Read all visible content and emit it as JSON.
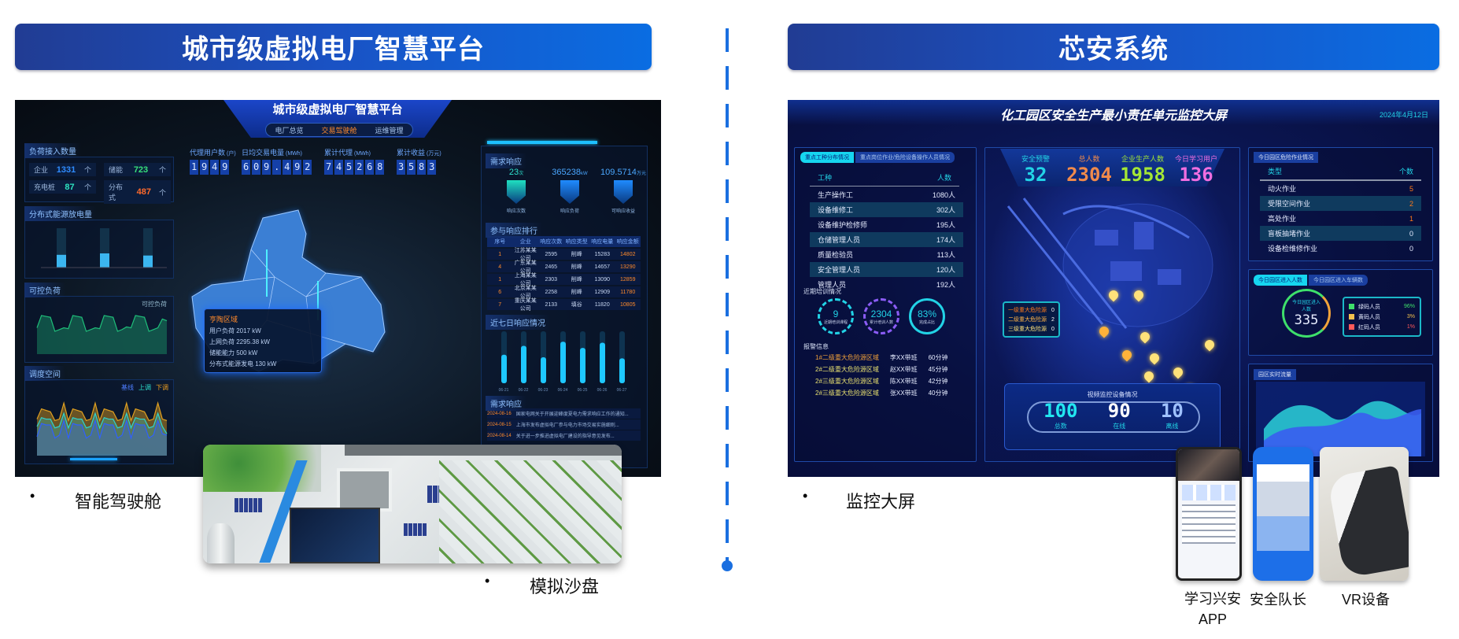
{
  "left": {
    "title": "城市级虚拟电厂智慧平台",
    "dashboard": {
      "header": "城市级虚拟电厂智慧平台",
      "tabs": [
        "电厂总览",
        "交易驾驶舱",
        "运维管理"
      ],
      "load_access": {
        "title": "负荷接入数量",
        "items": [
          {
            "label": "企业",
            "value": "1331",
            "unit": "个",
            "color": "#2f8cff"
          },
          {
            "label": "储能",
            "value": "723",
            "unit": "个",
            "color": "#37e07a"
          },
          {
            "label": "充电桩",
            "value": "87",
            "unit": "个",
            "color": "#2ee3c0"
          },
          {
            "label": "分布式",
            "value": "487",
            "unit": "个",
            "color": "#ff6a2b"
          }
        ]
      },
      "distributed": {
        "title": "分布式能源放电量",
        "values": [
          0.9,
          1.0,
          0.85
        ]
      },
      "controllable": {
        "title": "可控负荷",
        "legend": "可控负荷",
        "values": [
          150,
          220,
          215,
          210,
          130,
          140,
          150,
          145,
          220,
          215,
          210,
          130,
          140,
          150,
          145,
          220,
          215,
          210,
          130,
          140,
          155,
          150,
          220,
          215,
          210,
          130,
          140,
          150,
          200,
          190
        ]
      },
      "dispatch": {
        "title": "调度空间",
        "legend": [
          "基线",
          "上调",
          "下调"
        ],
        "orange": [
          250,
          320,
          310,
          300,
          240,
          250,
          360,
          240,
          320,
          310,
          300,
          240,
          250,
          360,
          240,
          320,
          310,
          300,
          240,
          250,
          360,
          240,
          320,
          310,
          300,
          240,
          250,
          360,
          250,
          240
        ],
        "cyan": [
          200,
          260,
          250,
          250,
          190,
          200,
          290,
          190,
          260,
          250,
          250,
          190,
          200,
          290,
          190,
          260,
          250,
          250,
          190,
          200,
          290,
          190,
          260,
          250,
          250,
          190,
          200,
          290,
          200,
          150
        ],
        "blue": [
          130,
          220,
          210,
          210,
          120,
          140,
          240,
          120,
          220,
          210,
          210,
          120,
          140,
          240,
          120,
          220,
          210,
          210,
          120,
          140,
          240,
          120,
          220,
          210,
          210,
          120,
          140,
          240,
          150,
          140
        ]
      },
      "counters": [
        {
          "label": "代理用户数",
          "unit": "(户)",
          "value": "1949"
        },
        {
          "label": "日均交易电量",
          "unit": "(MWh)",
          "value": "609.492"
        },
        {
          "label": "累计代理",
          "unit": "(MWh)",
          "value": "745268"
        },
        {
          "label": "累计收益",
          "unit": "(万元)",
          "value": "3583"
        }
      ],
      "tooltip": {
        "title": "亨陶区域",
        "rows": [
          "用户负荷    2017 kW",
          "上网负荷    2295.38 kW",
          "储能能力    500 kW",
          "分布式能源发电    130 kW"
        ]
      },
      "response": {
        "title": "需求响应",
        "items": [
          {
            "value": "23",
            "unit": "次",
            "label": "响应次数"
          },
          {
            "value": "365238",
            "unit": "kW",
            "label": "响应负荷"
          },
          {
            "value": "109.5714",
            "unit": "万元",
            "label": "可响应收益"
          }
        ]
      },
      "ranking": {
        "title": "参与响应排行",
        "headers": [
          "序号",
          "企业",
          "响应次数",
          "响应类型",
          "响应电量",
          "响应金额"
        ],
        "rows": [
          [
            "1",
            "江苏某某公司",
            "2595",
            "削峰",
            "15283",
            "14802"
          ],
          [
            "4",
            "广东某某公司",
            "2465",
            "削峰",
            "14657",
            "13290"
          ],
          [
            "1",
            "上海某某公司",
            "2303",
            "削峰",
            "13090",
            "12859"
          ],
          [
            "6",
            "北京某某公司",
            "2258",
            "削峰",
            "12909",
            "11780"
          ],
          [
            "7",
            "重庆某某公司",
            "2133",
            "填谷",
            "11820",
            "10805"
          ]
        ]
      },
      "week": {
        "title": "近七日响应情况",
        "values": [
          0.55,
          0.72,
          0.5,
          0.8,
          0.68,
          0.78,
          0.48
        ],
        "labels": [
          "06-21",
          "06-22",
          "06-23",
          "06-24",
          "06-25",
          "06-26",
          "06-27"
        ]
      },
      "news": {
        "title": "需求响应",
        "rows": [
          {
            "date": "2024-08-16",
            "text": "国家电网关于开展迎峰度夏电力需求响应工作的通知..."
          },
          {
            "date": "2024-08-15",
            "text": "上海市发布虚拟电厂参与电力市场交易实施细则..."
          },
          {
            "date": "2024-08-14",
            "text": "关于进一步推进虚拟电厂建设的指导意见发布..."
          }
        ]
      }
    },
    "bullets": {
      "cockpit": "智能驾驶舱",
      "sandbox": "模拟沙盘"
    }
  },
  "right": {
    "title": "芯安系统",
    "dashboard": {
      "header": "化工园区安全生产最小责任单元监控大屏",
      "date": "2024年4月12日",
      "workers": {
        "tab_active": "重点工种分布情况",
        "tab_other": "重点岗位作业/危险设备操作人员情况",
        "headers": [
          "工种",
          "人数"
        ],
        "rows": [
          [
            "生产操作工",
            "1080人"
          ],
          [
            "设备维修工",
            "302人"
          ],
          [
            "设备维护检修师",
            "195人"
          ],
          [
            "仓储管理人员",
            "174人"
          ],
          [
            "质量检验员",
            "113人"
          ],
          [
            "安全管理人员",
            "120人"
          ],
          [
            "管理人员",
            "192人"
          ]
        ]
      },
      "rings": {
        "title": "近期培训情况",
        "items": [
          {
            "value": "9",
            "label": "近期培训课程",
            "color": "#22d3e6"
          },
          {
            "value": "2304",
            "label": "累计培训人数",
            "color": "#8b5cf6"
          },
          {
            "value": "83%",
            "label": "完成占比",
            "color": "#22d3e6"
          }
        ]
      },
      "alerts": {
        "title": "报警信息",
        "rows": [
          [
            "1#二级重大危险源区域",
            "李XX带班",
            "60分钟"
          ],
          [
            "2#二级重大危险源区域",
            "赵XX带班",
            "45分钟"
          ],
          [
            "2#三级重大危险源区域",
            "陈XX带班",
            "42分钟"
          ],
          [
            "2#三级重大危险源区域",
            "张XX带班",
            "40分钟"
          ]
        ]
      },
      "stats": [
        {
          "label": "安全预警",
          "value": "32",
          "color": "#22d3e6"
        },
        {
          "label": "总人数",
          "value": "2304",
          "color": "#f08a4b"
        },
        {
          "label": "企业生产人数",
          "value": "1958",
          "color": "#a3e635"
        },
        {
          "label": "今日学习用户",
          "value": "136",
          "color": "#f06ee0"
        }
      ],
      "hazards": [
        {
          "label": "一级重大危险源",
          "value": "0",
          "color": "#ff7a1a"
        },
        {
          "label": "二级重大危险源",
          "value": "2",
          "color": "#ffb347"
        },
        {
          "label": "三级重大危险源",
          "value": "0",
          "color": "#ffe27a"
        }
      ],
      "video": {
        "title": "视频监控设备情况",
        "items": [
          {
            "value": "100",
            "label": "总数",
            "color": "#22e6f0"
          },
          {
            "value": "90",
            "label": "在线",
            "color": "#ffffff"
          },
          {
            "value": "10",
            "label": "离线",
            "color": "#9fc1ff"
          }
        ]
      },
      "jobs": {
        "title": "今日园区危险作业情况",
        "headers": [
          "类型",
          "个数"
        ],
        "rows": [
          [
            "动火作业",
            "5"
          ],
          [
            "受限空间作业",
            "2"
          ],
          [
            "高处作业",
            "1"
          ],
          [
            "盲板抽堵作业",
            "0"
          ],
          [
            "设备检维修作业",
            "0"
          ]
        ]
      },
      "people": {
        "tab_active": "今日园区进入人数",
        "tab_other": "今日园区进入车辆数",
        "ring_label": "今日园区进入人数",
        "ring_value": "335",
        "legend": [
          {
            "label": "绿码人员",
            "value": "96%",
            "color": "#3ee06b"
          },
          {
            "label": "黄码人员",
            "value": "3%",
            "color": "#f2c14e"
          },
          {
            "label": "红码人员",
            "value": "1%",
            "color": "#ff5a5a"
          }
        ]
      },
      "trend": {
        "title": "园区实时流量"
      }
    },
    "bullets": {
      "screen": "监控大屏"
    },
    "devices": [
      {
        "label": "学习兴安\nAPP",
        "line1": "学习兴安",
        "line2": "APP"
      },
      {
        "label": "安全队长"
      },
      {
        "label": "VR设备"
      }
    ]
  }
}
